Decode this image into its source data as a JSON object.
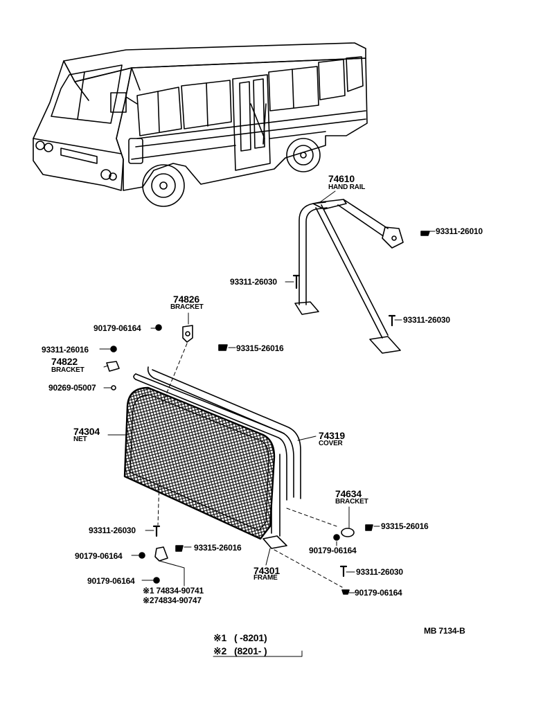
{
  "parts": {
    "hand_rail": {
      "number": "74610",
      "name": "HAND RAIL"
    },
    "bracket_74826": {
      "number": "74826",
      "name": "BRACKET"
    },
    "bracket_74822": {
      "number": "74822",
      "name": "BRACKET"
    },
    "net": {
      "number": "74304",
      "name": "NET"
    },
    "cover": {
      "number": "74319",
      "name": "COVER"
    },
    "bracket_74634": {
      "number": "74634",
      "name": "BRACKET"
    },
    "frame": {
      "number": "74301",
      "name": "FRAME"
    }
  },
  "fasteners": {
    "f1": "93311-26010",
    "f2": "93311-26030",
    "f3": "93311-26030",
    "f4": "90179-06164",
    "f5": "93311-26016",
    "f6": "93315-26016",
    "f7": "90269-05007",
    "f8": "93311-26030",
    "f9": "93315-26016",
    "f10": "90179-06164",
    "f11": "90179-06164",
    "f12": "93315-26016",
    "f13": "90179-06164",
    "f14": "93311-26030",
    "f15": "90179-06164"
  },
  "variants": {
    "v1": "※1 74834-90741",
    "v2": "※274834-90747"
  },
  "legend": {
    "l1_mark": "※1",
    "l1_range": "(      -8201)",
    "l2_mark": "※2",
    "l2_range": "(8201-        )"
  },
  "figure_code": "MB 7134-B"
}
